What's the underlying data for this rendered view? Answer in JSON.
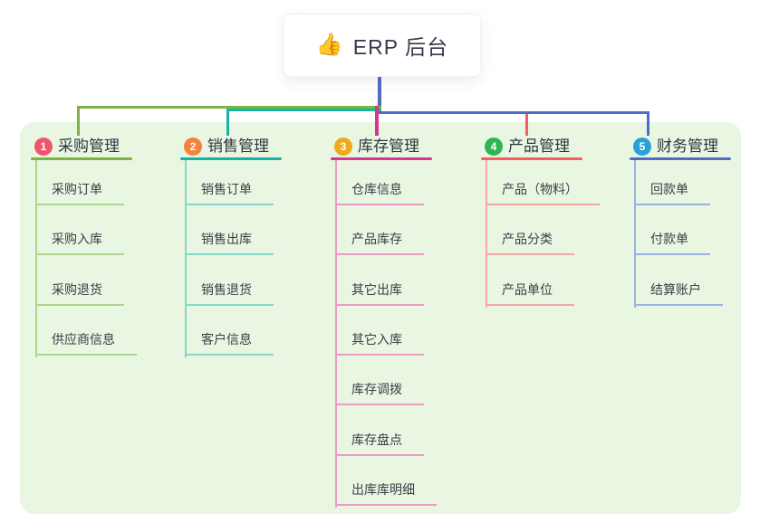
{
  "root": {
    "icon": "👍",
    "label": "ERP 后台"
  },
  "branches": [
    {
      "number": "1",
      "title": "采购管理",
      "color": "#7cb342",
      "light_color": "#aed58e",
      "badge_color": "#f1556c",
      "children": [
        "采购订单",
        "采购入库",
        "采购退货",
        "供应商信息"
      ]
    },
    {
      "number": "2",
      "title": "销售管理",
      "color": "#17b3a6",
      "light_color": "#85d6cb",
      "badge_color": "#f5823e",
      "children": [
        "销售订单",
        "销售出库",
        "销售退货",
        "客户信息"
      ]
    },
    {
      "number": "3",
      "title": "库存管理",
      "color": "#d6378e",
      "light_color": "#ef9ac6",
      "badge_color": "#f0a91e",
      "children": [
        "仓库信息",
        "产品库存",
        "其它出库",
        "其它入库",
        "库存调拨",
        "库存盘点",
        "出库库明细"
      ]
    },
    {
      "number": "4",
      "title": "产品管理",
      "color": "#f25f5f",
      "light_color": "#f7a5a5",
      "badge_color": "#2eb553",
      "children": [
        "产品（物料）",
        "产品分类",
        "产品单位"
      ]
    },
    {
      "number": "5",
      "title": "财务管理",
      "color": "#4d6cc8",
      "light_color": "#9cb2e2",
      "badge_color": "#2ba0d8",
      "children": [
        "回款单",
        "付款单",
        "结算账户"
      ]
    }
  ],
  "colors": {
    "canvas_bg": "#e9f6e2",
    "root_stem": "#5568c4"
  }
}
